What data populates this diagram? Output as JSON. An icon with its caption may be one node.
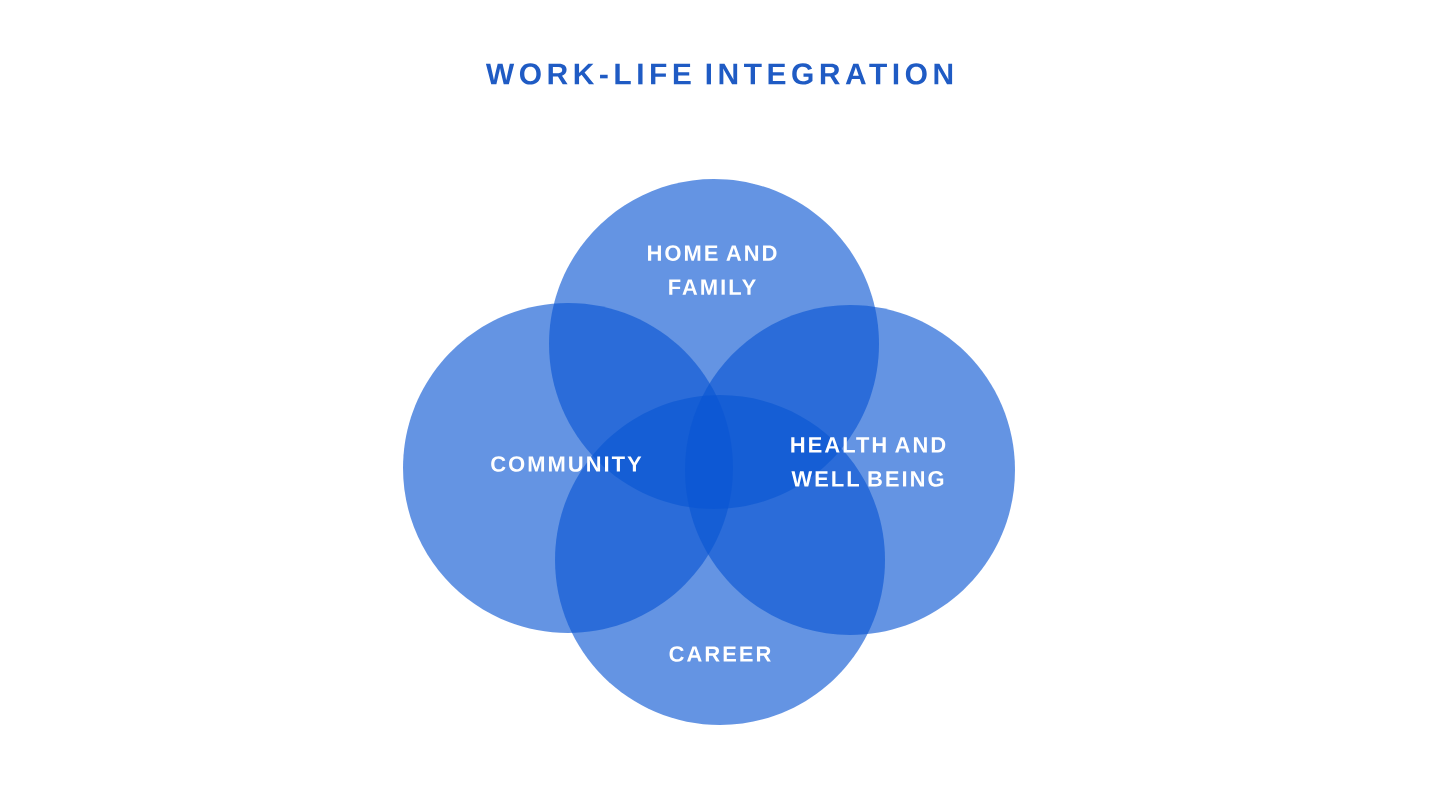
{
  "diagram": {
    "title": "WORK-LIFE INTEGRATION",
    "nodes": [
      {
        "text": [
          "HOME AND FAMILY"
        ]
      },
      {
        "text": [
          "COMMUNITY"
        ]
      },
      {
        "text": [
          "HEALTH AND WELL BEING"
        ]
      },
      {
        "text": [
          "CAREER"
        ]
      }
    ]
  }
}
